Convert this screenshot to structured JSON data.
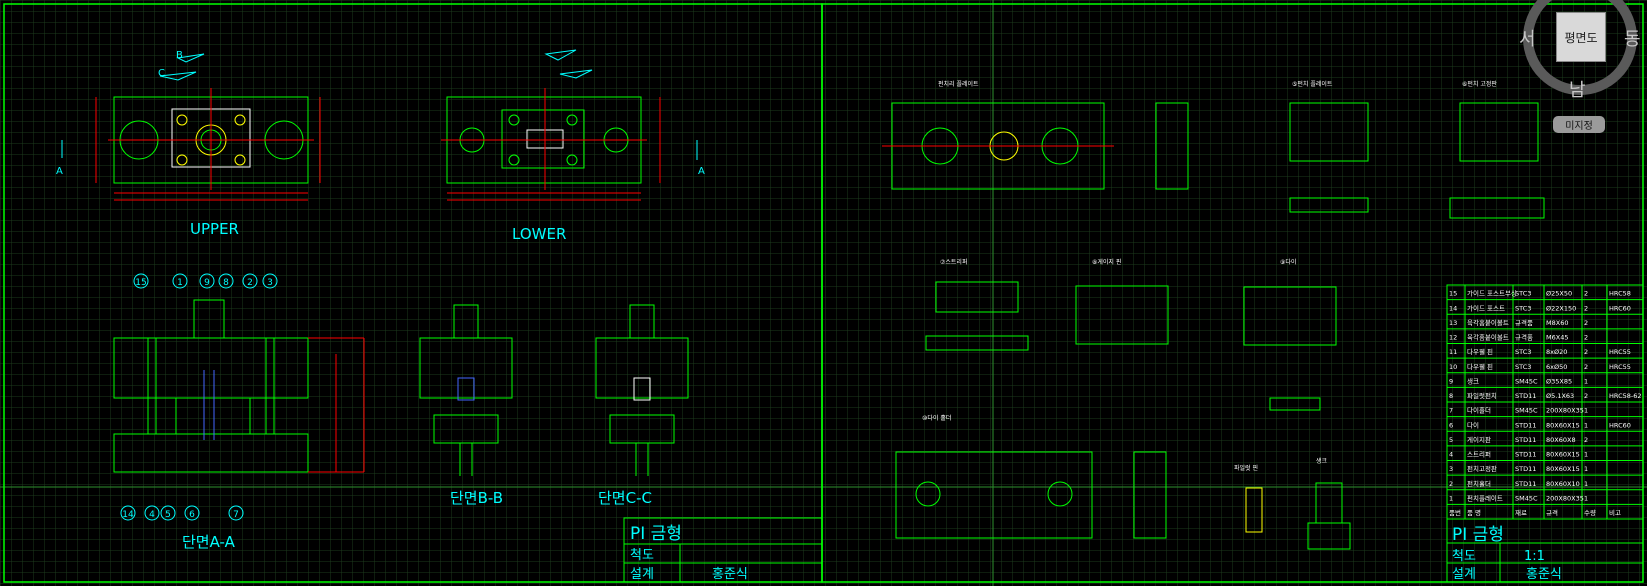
{
  "viewcube": {
    "face": "평면도",
    "west": "서",
    "east": "동",
    "south": "남",
    "wcs_button": "미지정"
  },
  "left_sheet": {
    "upper_label": "UPPER",
    "lower_label": "LOWER",
    "section_a": "단면A-A",
    "section_b": "단면B-B",
    "section_c": "단면C-C",
    "cut_marker_a": "A",
    "cut_marker_b": "B",
    "cut_marker_c": "C",
    "balloons_top": [
      "15",
      "1",
      "9",
      "8",
      "2",
      "3"
    ],
    "balloons_bottom": [
      "14",
      "4",
      "5",
      "6",
      "7"
    ],
    "title_block": {
      "title": "PI 금형",
      "scale_label": "척도",
      "design_label": "설계",
      "designer": "홍준식"
    }
  },
  "right_sheet": {
    "view_titles": [
      "펀치리 플레이트",
      "⑤펀치 플레이트",
      "⑥펀치 고정판",
      "⑦스트리퍼",
      "⑧게이지 핀",
      "⑨다이",
      "⑩다이 홀더",
      "파일럿 핀",
      "생크"
    ],
    "bom_rows": [
      [
        "15",
        "가이드 포스트부싱",
        "STC3",
        "Ø25X50",
        "2",
        "HRC58"
      ],
      [
        "14",
        "가이드 포스트",
        "STC3",
        "Ø22X150",
        "2",
        "HRC60"
      ],
      [
        "13",
        "육각홈붙이볼트",
        "규격품",
        "M8X60",
        "2",
        ""
      ],
      [
        "12",
        "육각홈붙이볼트",
        "규격품",
        "M6X45",
        "2",
        ""
      ],
      [
        "11",
        "다우웰 핀",
        "STC3",
        "8xØ20",
        "2",
        "HRC55"
      ],
      [
        "10",
        "다우웰 핀",
        "STC3",
        "6xØ50",
        "2",
        "HRC55"
      ],
      [
        "9",
        "생크",
        "SM45C",
        "Ø35X85",
        "1",
        ""
      ],
      [
        "8",
        "파일럿펀치",
        "STD11",
        "Ø5.1X63",
        "2",
        "HRC58-62"
      ],
      [
        "7",
        "다이홀더",
        "SM45C",
        "200X80X35",
        "1",
        ""
      ],
      [
        "6",
        "다이",
        "STD11",
        "80X60X15",
        "1",
        "HRC60"
      ],
      [
        "5",
        "게이지판",
        "STD11",
        "80X60X8",
        "2",
        ""
      ],
      [
        "4",
        "스트리퍼",
        "STD11",
        "80X60X15",
        "1",
        ""
      ],
      [
        "3",
        "펀치고정판",
        "STD11",
        "80X60X15",
        "1",
        ""
      ],
      [
        "2",
        "펀치홀더",
        "STD11",
        "80X60X10",
        "1",
        ""
      ],
      [
        "1",
        "펀치플레이트",
        "SM45C",
        "200X80X35",
        "1",
        ""
      ]
    ],
    "bom_header": [
      "품번",
      "품 명",
      "재료",
      "규격",
      "수량",
      "비고"
    ],
    "title_block": {
      "title": "PI 금형",
      "scale_label": "척도",
      "scale_value": "1:1",
      "design_label": "설계",
      "designer": "홍준식"
    }
  },
  "colors": {
    "background": "#000000",
    "frame": "#00ff00",
    "red": "#ff0000",
    "yellow": "#ffff00",
    "cyan": "#00ffff",
    "grid": "#1f3d1f"
  }
}
